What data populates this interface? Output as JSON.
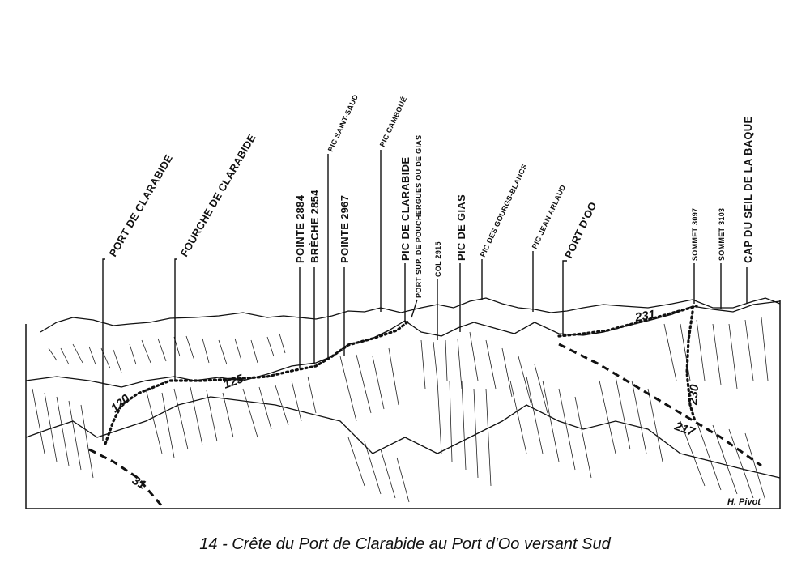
{
  "labels": {
    "port_de_clarabide": "PORT DE CLARABIDE",
    "fourche_de_clarabide": "FOURCHE DE CLARABIDE",
    "pointe_2884": "POINTE 2884",
    "breche_2854": "BRÈCHE 2854",
    "pic_saint_saud": "PIC SAINT-SAUD",
    "pointe_2967": "POINTE 2967",
    "pic_camboue": "PIC CAMBOUÉ",
    "pic_de_clarabide": "PIC DE CLARABIDE",
    "port_sup_pouchergues": "PORT SUP. DE POUCHERGUES OU DE GIAS",
    "col_2915": "COL 2915",
    "pic_de_gias": "PIC DE GIAS",
    "pic_des_gourgs_blancs": "PIC DES GOURGS-BLANCS",
    "pic_jean_arlaud": "PIC JEAN ARLAUD",
    "port_d_oo": "PORT D'OO",
    "sommet_3097": "SOMMET 3097",
    "sommet_3103": "SOMMET 3103",
    "cap_du_seil_de_la_baque": "CAP DU SEIL DE LA BAQUE"
  },
  "routes": {
    "r31": "31",
    "r120": "120",
    "r125": "125",
    "r231": "231",
    "r230": "230",
    "r217": "217"
  },
  "signature": "H. Pivot",
  "caption": "14 - Crête du Port de Clarabide au Port d'Oo versant Sud",
  "colors": {
    "ink": "#111111",
    "paper": "#ffffff"
  }
}
